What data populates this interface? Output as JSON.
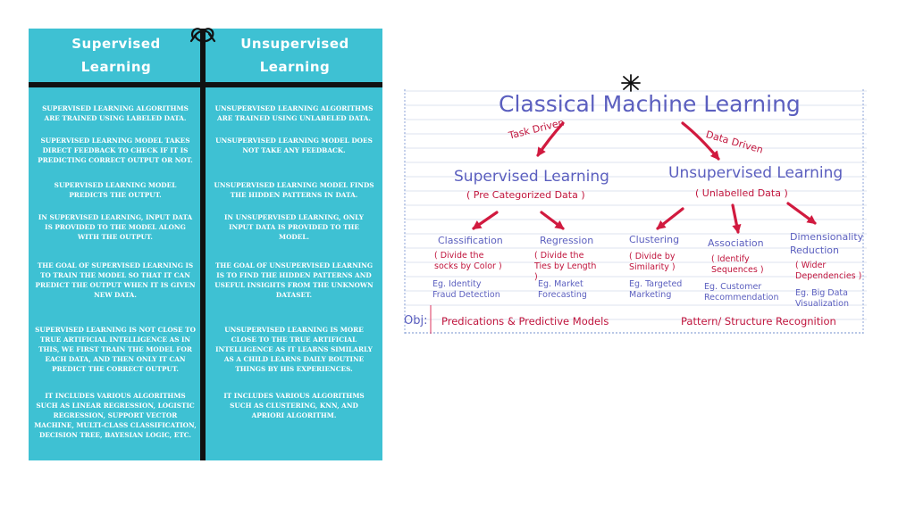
{
  "comparison": {
    "left_heading": [
      "Supervised",
      "Learning"
    ],
    "right_heading": [
      "Unsupervised",
      "Learning"
    ],
    "rows": [
      {
        "left": "Supervised learning algorithms are trained using labeled data.",
        "right": "Unsupervised learning algorithms are trained using unlabeled data."
      },
      {
        "left": "Supervised learning model takes direct feedback to check if it is predicting correct output or not.",
        "right": "Unsupervised learning model does not take any feedback."
      },
      {
        "left": "Supervised learning model predicts the output.",
        "right": "Unsupervised learning model finds the hidden patterns in data."
      },
      {
        "left": "In supervised learning, input data is provided to the model along with the output.",
        "right": "In unsupervised learning, only input data is provided to the model."
      },
      {
        "left": "The goal of supervised learning is to train the model so that it can predict the output when it is given new data.",
        "right": "The goal of unsupervised learning is to find the hidden patterns and useful insights from the unknown dataset."
      },
      {
        "left": "Supervised learning is not close to true Artificial intelligence as in this, we first train the model for each data, and then only it can predict the correct output.",
        "right": "Unsupervised learning is more close to the true Artificial Intelligence as it learns similarly as a child learns daily routine things by his experiences."
      },
      {
        "left": "It includes various algorithms such as Linear Regression, Logistic Regression, Support Vector Machine, Multi-class Classification, Decision tree, Bayesian Logic, etc.",
        "right": "It includes various algorithms such as Clustering, KNN, and Apriori algorithm."
      }
    ]
  },
  "diagram": {
    "title": "Classical Machine Learning",
    "task_driven": "Task Driven",
    "data_driven": "Data Driven",
    "supervised": {
      "title": "Supervised Learning",
      "subtitle": "( Pre Categorized Data )"
    },
    "unsupervised": {
      "title": "Unsupervised Learning",
      "subtitle": "( Unlabelled Data )"
    },
    "leaves": [
      {
        "name": "Classification",
        "desc": "( Divide the socks by Color )",
        "example": "Eg. Identity Fraud Detection"
      },
      {
        "name": "Regression",
        "desc": "( Divide the Ties by Length )",
        "example": "Eg. Market Forecasting"
      },
      {
        "name": "Clustering",
        "desc": "( Divide by Similarity )",
        "example": "Eg. Targeted Marketing"
      },
      {
        "name": "Association",
        "desc": "( Identify Sequences )",
        "example": "Eg. Customer Recommendation"
      },
      {
        "name": "Dimensionality Reduction",
        "desc": "( Wider Dependencies )",
        "example": "Eg. Big Data Visualization"
      }
    ],
    "obj_label": "Obj:",
    "obj_supervised": "Predications & Predictive Models",
    "obj_unsupervised": "Pattern/ Structure Recognition"
  },
  "colors": {
    "panel": "#3ec1d3",
    "ink_blue": "#5b5fbf",
    "ink_red": "#c0143c",
    "divider": "#111111"
  }
}
